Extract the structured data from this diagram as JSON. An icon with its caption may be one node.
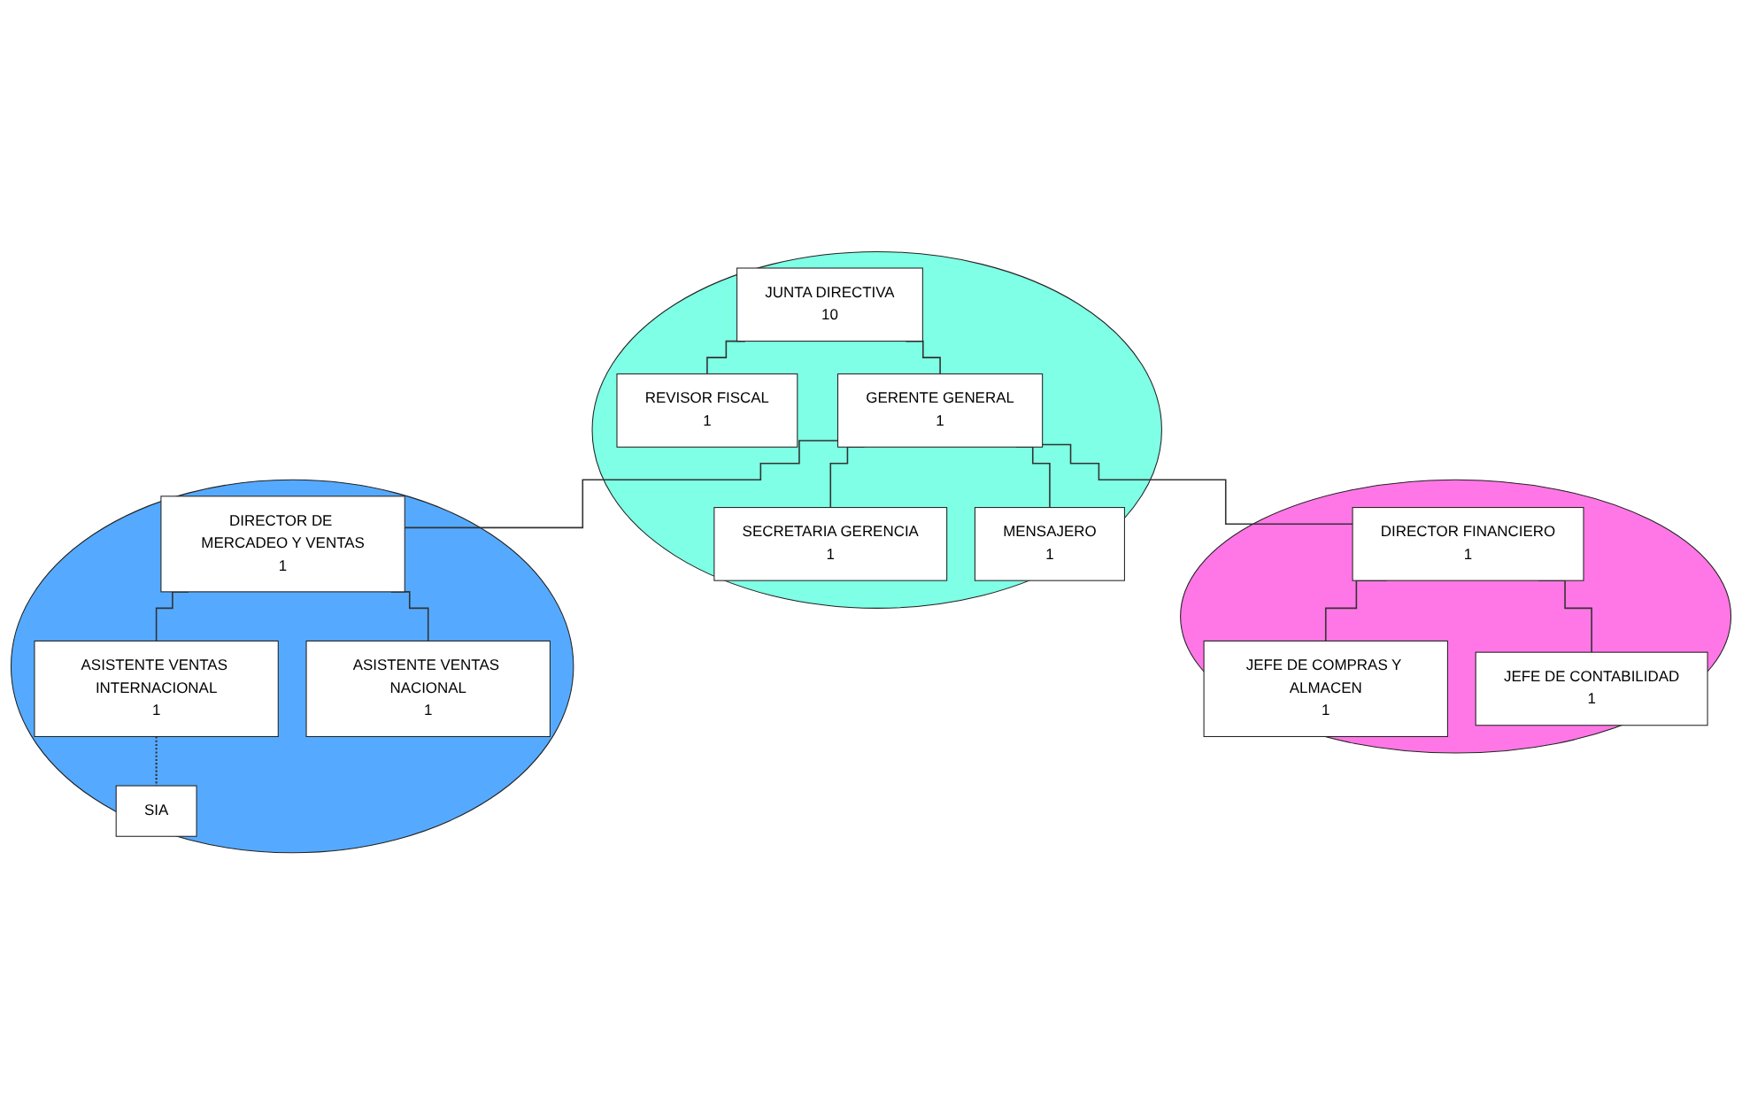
{
  "diagram": {
    "nodes": [
      {
        "text": [],
        "shape": "ellipse"
      },
      {
        "text": [
          "JUNTA DIRECTIVA",
          "10"
        ],
        "in": 0
      },
      {
        "text": [
          "REVISOR FISCAL",
          "1"
        ],
        "in": 0
      },
      {
        "text": [
          "GERENTE GENERAL",
          "1"
        ],
        "in": 0
      },
      {
        "text": [
          "SECRETARIA GERENCIA",
          "1"
        ],
        "in": 0
      },
      {
        "text": [
          "MENSAJERO",
          "1"
        ],
        "in": 0
      },
      {
        "text": [],
        "shape": "ellipse"
      },
      {
        "text": [
          "DIRECTOR FINANCIERO",
          "1"
        ],
        "in": 6
      },
      {
        "text": [
          "JEFE DE COMPRAS Y ALMACEN",
          "1"
        ],
        "in": 6
      },
      {
        "text": [
          "JEFE DE CONTABILIDAD",
          "1"
        ],
        "in": 6
      },
      {
        "text": [],
        "shape": "ellipse"
      },
      {
        "text": [
          "DIRECTOR DE MERCADEO Y VENTAS",
          "1"
        ],
        "in": 10
      },
      {
        "text": [
          "ASISTENTE VENTAS INTERNACIONAL",
          "1"
        ],
        "in": 10
      },
      {
        "text": [
          "ASISTENTE VENTAS NACIONAL",
          "1"
        ],
        "in": 10
      },
      {
        "text": [
          "SIA"
        ],
        "in": 10
      }
    ],
    "edges": [
      {
        "from": 1,
        "to": 2,
        "arrow": "none"
      },
      {
        "from": 1,
        "to": 3,
        "arrow": "none"
      },
      {
        "from": 3,
        "to": 4,
        "arrow": "none"
      },
      {
        "from": 3,
        "to": 5,
        "arrow": "none"
      },
      {
        "from": 3,
        "to": 7,
        "arrow": "none"
      },
      {
        "from": 3,
        "to": 11,
        "arrow": "none"
      },
      {
        "from": 7,
        "to": 8,
        "arrow": "none"
      },
      {
        "from": 7,
        "to": 9,
        "arrow": "none"
      },
      {
        "from": 11,
        "to": 12,
        "arrow": "none"
      },
      {
        "from": 11,
        "to": 13,
        "arrow": "none"
      },
      {
        "from": 12,
        "to": 14,
        "arrow": "none",
        "style": "dashed"
      }
    ]
  }
}
